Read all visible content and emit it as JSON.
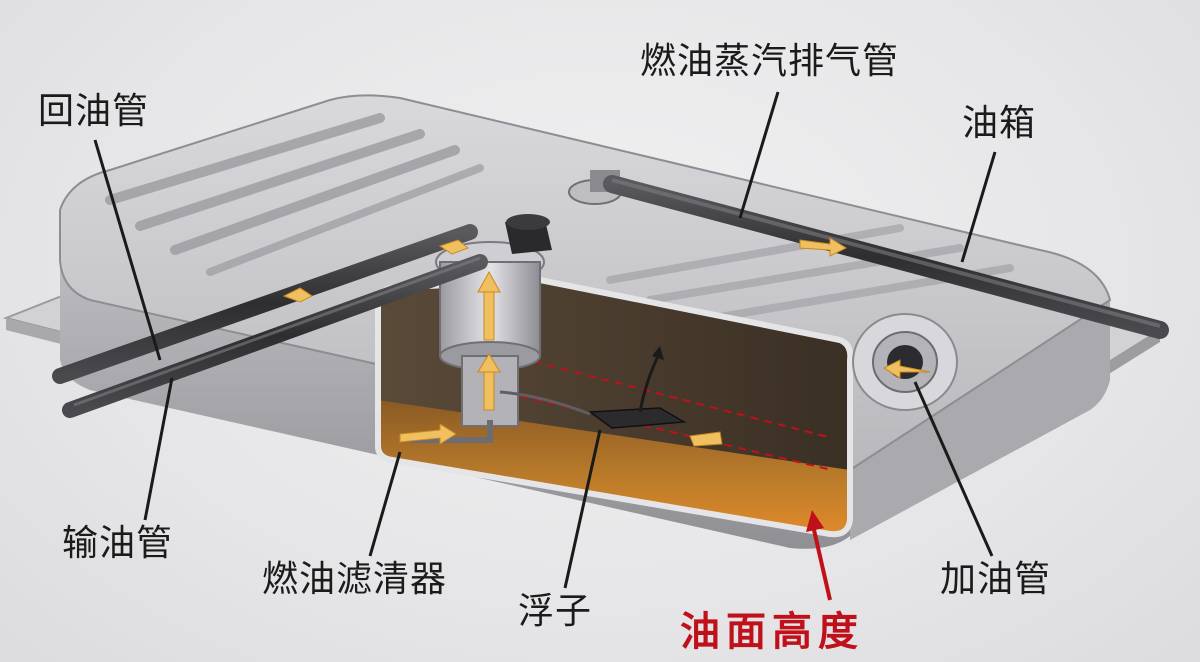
{
  "diagram": {
    "labels": {
      "return_pipe": "回油管",
      "vapor_vent_pipe": "燃油蒸汽排气管",
      "fuel_tank": "油箱",
      "supply_pipe": "输油管",
      "fuel_filter": "燃油滤清器",
      "float": "浮子",
      "filler_pipe": "加油管",
      "fuel_level": "油面高度"
    },
    "colors": {
      "tank_metal": "#c8c8cb",
      "tank_shadow": "#8a8a8e",
      "fuel": "#b87a2a",
      "flow_arrow": "#f0c060",
      "level_line": "#c0101a",
      "label_text": "#1b1b1b",
      "highlight_label": "#c0101a"
    }
  }
}
